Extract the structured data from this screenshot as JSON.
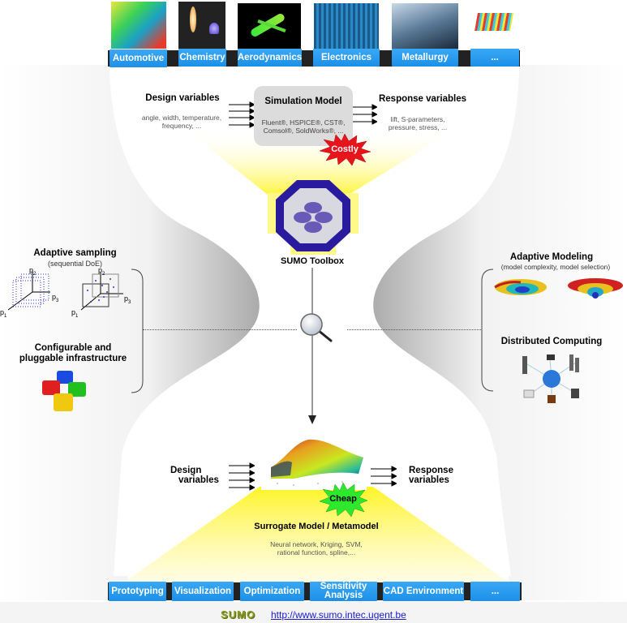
{
  "top_tabs": [
    {
      "label": "Automotive",
      "thumb": "automotive-cfd-image"
    },
    {
      "label": "Chemistry",
      "thumb": "flame-image"
    },
    {
      "label": "Aerodynamics",
      "thumb": "aircraft-cfd-image"
    },
    {
      "label": "Electronics",
      "thumb": "circuit-board-image"
    },
    {
      "label": "Metallurgy",
      "thumb": "metal-profiles-image"
    },
    {
      "label": "...",
      "thumb": "surface-plot-image"
    }
  ],
  "simulation": {
    "inputs_title": "Design variables",
    "inputs_desc_1": "angle, width, temperature,",
    "inputs_desc_2": "frequency, ...",
    "model_title": "Simulation Model",
    "model_desc_1": "Fluent®, HSPICE®, CST®,",
    "model_desc_2": "Comsol®, SoldWorks®, ...",
    "outputs_title": "Response variables",
    "outputs_desc_1": "lift, S-parameters,",
    "outputs_desc_2": "pressure, stress, ...",
    "cost_badge": "Costly",
    "cost_color": "#e8141c"
  },
  "toolbox": {
    "label": "SUMO Toolbox"
  },
  "left_panel": {
    "sampling_title": "Adaptive sampling",
    "sampling_sub": "(sequential DoE)",
    "axis_p1": "p",
    "axis_p2": "p",
    "axis_p3": "p",
    "axis_sub_1": "1",
    "axis_sub_2": "2",
    "axis_sub_3": "3",
    "infra_title_1": "Configurable and",
    "infra_title_2": "pluggable infrastructure"
  },
  "right_panel": {
    "modeling_title": "Adaptive Modeling",
    "modeling_sub": "(model complexity, model selection)",
    "computing_title": "Distributed Computing"
  },
  "surrogate": {
    "inputs_title_1": "Design",
    "inputs_title_2": "variables",
    "outputs_title_1": "Response",
    "outputs_title_2": "variables",
    "cost_badge": "Cheap",
    "cost_color": "#2ee82e",
    "title": "Surrogate Model / Metamodel",
    "desc_1": "Neural network, Kriging, SVM,",
    "desc_2": "rational function, spline,..."
  },
  "bottom_tabs": [
    {
      "label": "Prototyping"
    },
    {
      "label": "Visualization"
    },
    {
      "label": "Optimization"
    },
    {
      "label": "Sensitivity Analysis"
    },
    {
      "label": "CAD Environment"
    },
    {
      "label": "..."
    }
  ],
  "footer": {
    "logo_text": "SUMO",
    "url": "http://www.sumo.intec.ugent.be"
  },
  "colors": {
    "tab_blue": "#1f93ea",
    "beam_yellow": "#fff98a",
    "octagon_blue": "#2a1a9e"
  }
}
